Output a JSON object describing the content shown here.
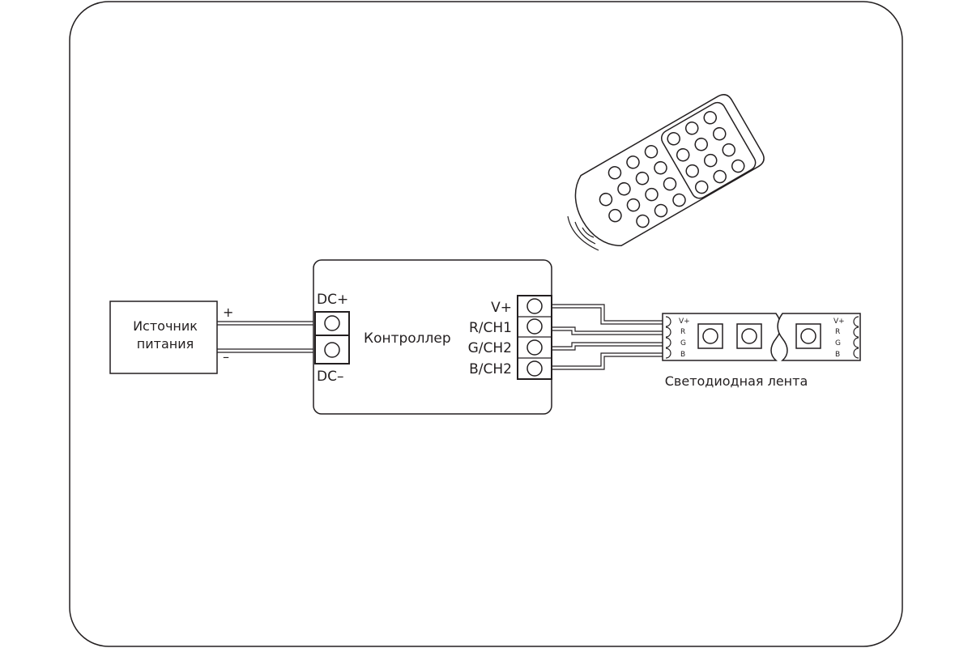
{
  "power_supply": {
    "line1": "Источник",
    "line2": "питания",
    "plus": "+",
    "minus": "–"
  },
  "controller": {
    "label": "Контроллер",
    "dc_plus": "DC+",
    "dc_minus": "DC–",
    "outputs": [
      "V+",
      "R/CH1",
      "G/CH2",
      "B/CH2"
    ]
  },
  "led_strip": {
    "label": "Светодиодная лента",
    "pins": [
      "V+",
      "R",
      "G",
      "B"
    ]
  },
  "remote": {
    "icon": "remote-control-icon"
  },
  "colors": {
    "line": "#231f20",
    "background": "#ffffff"
  }
}
